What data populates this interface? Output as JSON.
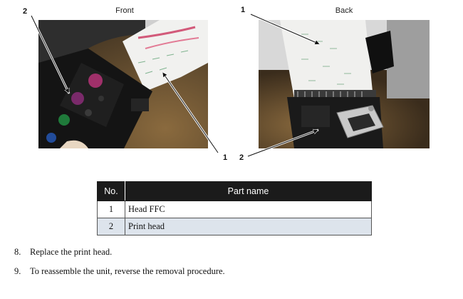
{
  "figures": {
    "front": {
      "caption": "Front"
    },
    "back": {
      "caption": "Back"
    },
    "callouts": {
      "front_top": "2",
      "back_top": "1",
      "bottom_1": "1",
      "bottom_2": "2"
    }
  },
  "parts_table": {
    "columns": [
      "No.",
      "Part name"
    ],
    "rows": [
      {
        "no": "1",
        "name": "Head FFC"
      },
      {
        "no": "2",
        "name": "Print head"
      }
    ]
  },
  "steps": [
    {
      "num": "8.",
      "text": "Replace the print head."
    },
    {
      "num": "9.",
      "text": "To reassemble the unit, reverse the removal procedure."
    }
  ]
}
